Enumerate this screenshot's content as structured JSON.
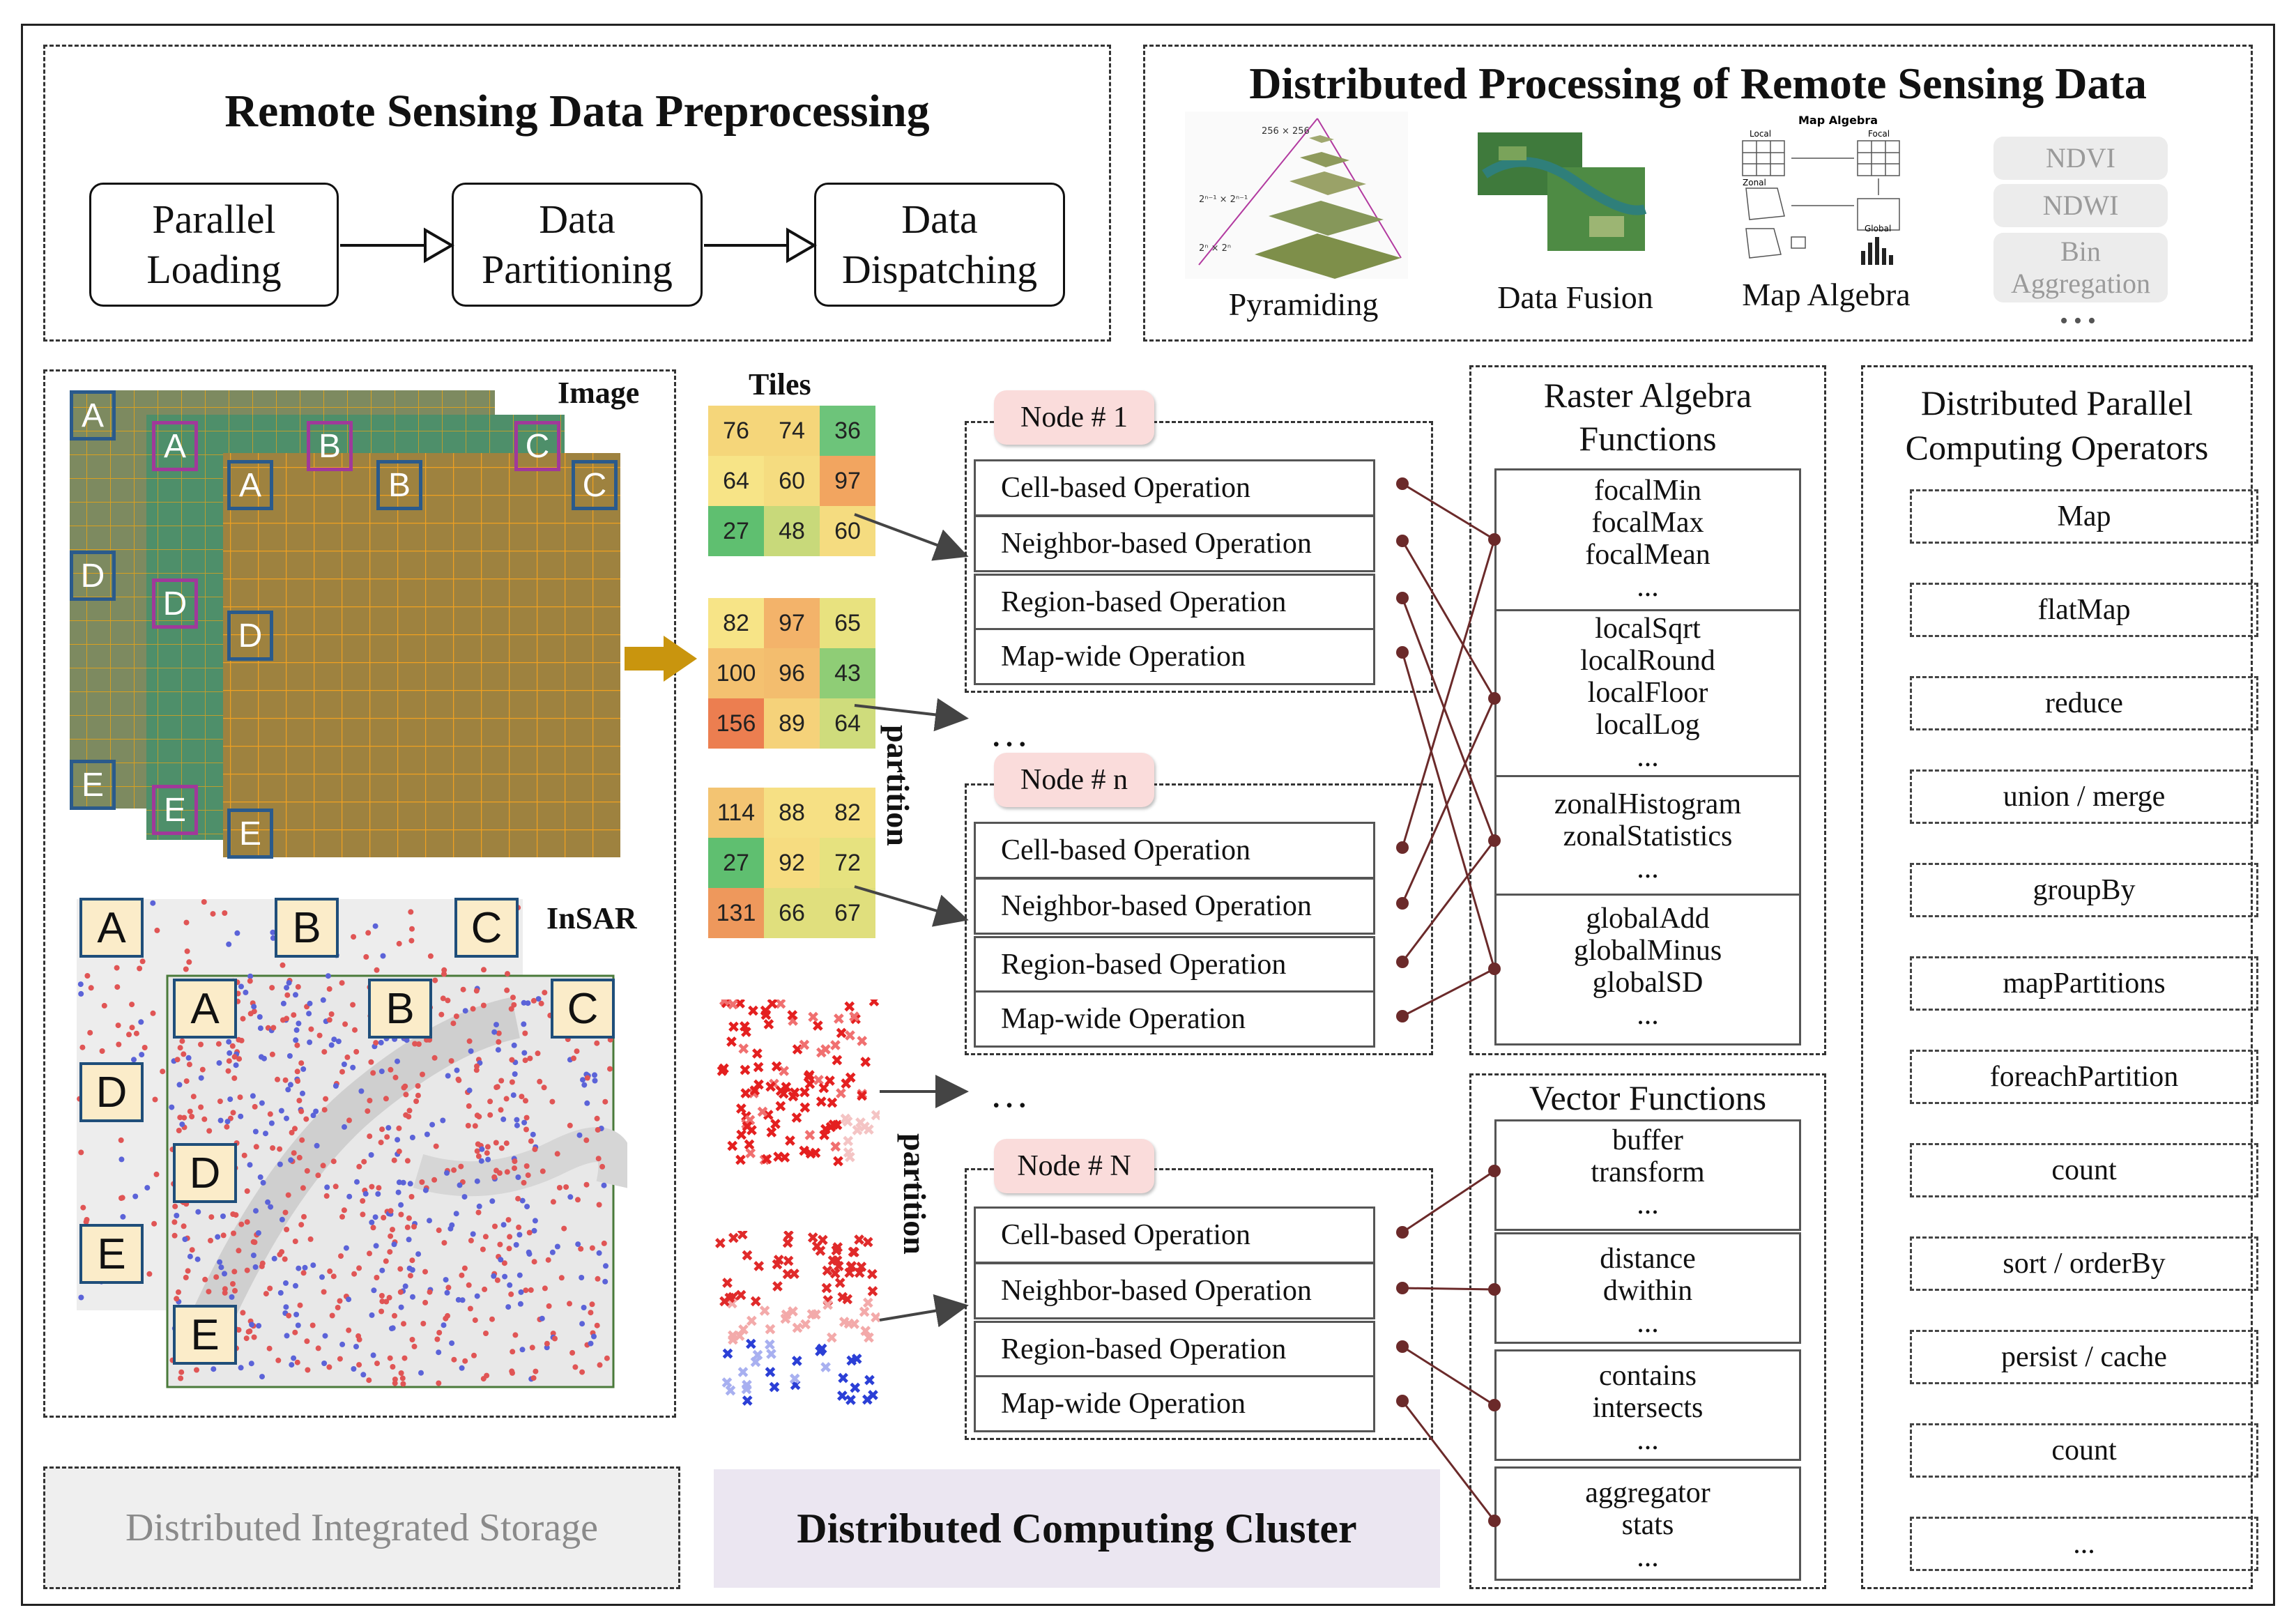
{
  "preprocessing": {
    "title": "Remote Sensing Data Preprocessing",
    "steps": [
      "Parallel\nLoading",
      "Data\nPartitioning",
      "Data\nDispatching"
    ]
  },
  "distributed_processing": {
    "title": "Distributed Processing of Remote Sensing Data",
    "items": [
      "Pyramiding",
      "Data Fusion",
      "Map Algebra"
    ],
    "map_algebra_small": [
      "Map Algebra",
      "Local",
      "Focal",
      "Zonal",
      "Global"
    ],
    "pyramid_levels": [
      "256 × 256",
      "2ⁿ⁻¹ × 2ⁿ⁻¹",
      "2ⁿ × 2ⁿ"
    ],
    "more_ops": [
      "NDVI",
      "NDWI",
      "Bin\nAggregation"
    ],
    "ellipsis": "•••"
  },
  "storage": {
    "image_label": "Image",
    "insar_label": "InSAR",
    "tile_letters": [
      "A",
      "B",
      "C",
      "D",
      "E"
    ],
    "footer": "Distributed Integrated Storage"
  },
  "tiles": {
    "label": "Tiles",
    "grids": [
      {
        "values": [
          "76",
          "74",
          "36",
          "64",
          "60",
          "97",
          "27",
          "48",
          "60"
        ],
        "colors": [
          "#f5d67a",
          "#f5d67a",
          "#6dc47a",
          "#f7e487",
          "#f5dc80",
          "#f2a560",
          "#5fbf70",
          "#c8d97a",
          "#f5dc80"
        ]
      },
      {
        "values": [
          "82",
          "97",
          "65",
          "100",
          "96",
          "43",
          "156",
          "89",
          "64"
        ],
        "colors": [
          "#f7e487",
          "#f3b36a",
          "#e8e27f",
          "#f4c170",
          "#f3bd6e",
          "#8fcd76",
          "#ec7e50",
          "#f5d27a",
          "#cfdc7c"
        ]
      },
      {
        "values": [
          "114",
          "88",
          "82",
          "27",
          "92",
          "72",
          "131",
          "66",
          "67"
        ],
        "colors": [
          "#f3c472",
          "#f6e084",
          "#f6e084",
          "#5fbf70",
          "#f6dc80",
          "#e6e27f",
          "#ee985c",
          "#e0df7d",
          "#e0df7d"
        ]
      }
    ],
    "partition_label": "partition"
  },
  "nodes": {
    "labels": [
      "Node # 1",
      "Node # n",
      "Node # N"
    ],
    "operations": [
      "Cell-based Operation",
      "Neighbor-based Operation",
      "Region-based Operation",
      "Map-wide Operation"
    ],
    "ellipsis": "…"
  },
  "cluster_footer": "Distributed Computing Cluster",
  "raster_algebra": {
    "title": "Raster Algebra\nFunctions",
    "groups": [
      [
        "focalMin",
        "focalMax",
        "focalMean",
        "..."
      ],
      [
        "localSqrt",
        "localRound",
        "localFloor",
        "localLog",
        "..."
      ],
      [
        "zonalHistogram",
        "zonalStatistics",
        "..."
      ],
      [
        "globalAdd",
        "globalMinus",
        "globalSD",
        "..."
      ]
    ]
  },
  "vector_functions": {
    "title": "Vector Functions",
    "groups": [
      [
        "buffer",
        "transform",
        "..."
      ],
      [
        "distance",
        "dwithin",
        "..."
      ],
      [
        "contains",
        "intersects",
        "..."
      ],
      [
        "aggregator",
        "stats",
        "..."
      ]
    ]
  },
  "parallel_operators": {
    "title": "Distributed Parallel\nComputing Operators",
    "items": [
      "Map",
      "flatMap",
      "reduce",
      "union / merge",
      "groupBy",
      "mapPartitions",
      "foreachPartition",
      "count",
      "sort / orderBy",
      "persist / cache",
      "count",
      "..."
    ]
  },
  "colors": {
    "connector": "#6b2a2a",
    "node_label_bg": "#fadcdb",
    "arrow_gold": "#c9950e",
    "footer_storage_bg": "#efefef",
    "footer_cluster_bg": "#ebe6f1"
  }
}
